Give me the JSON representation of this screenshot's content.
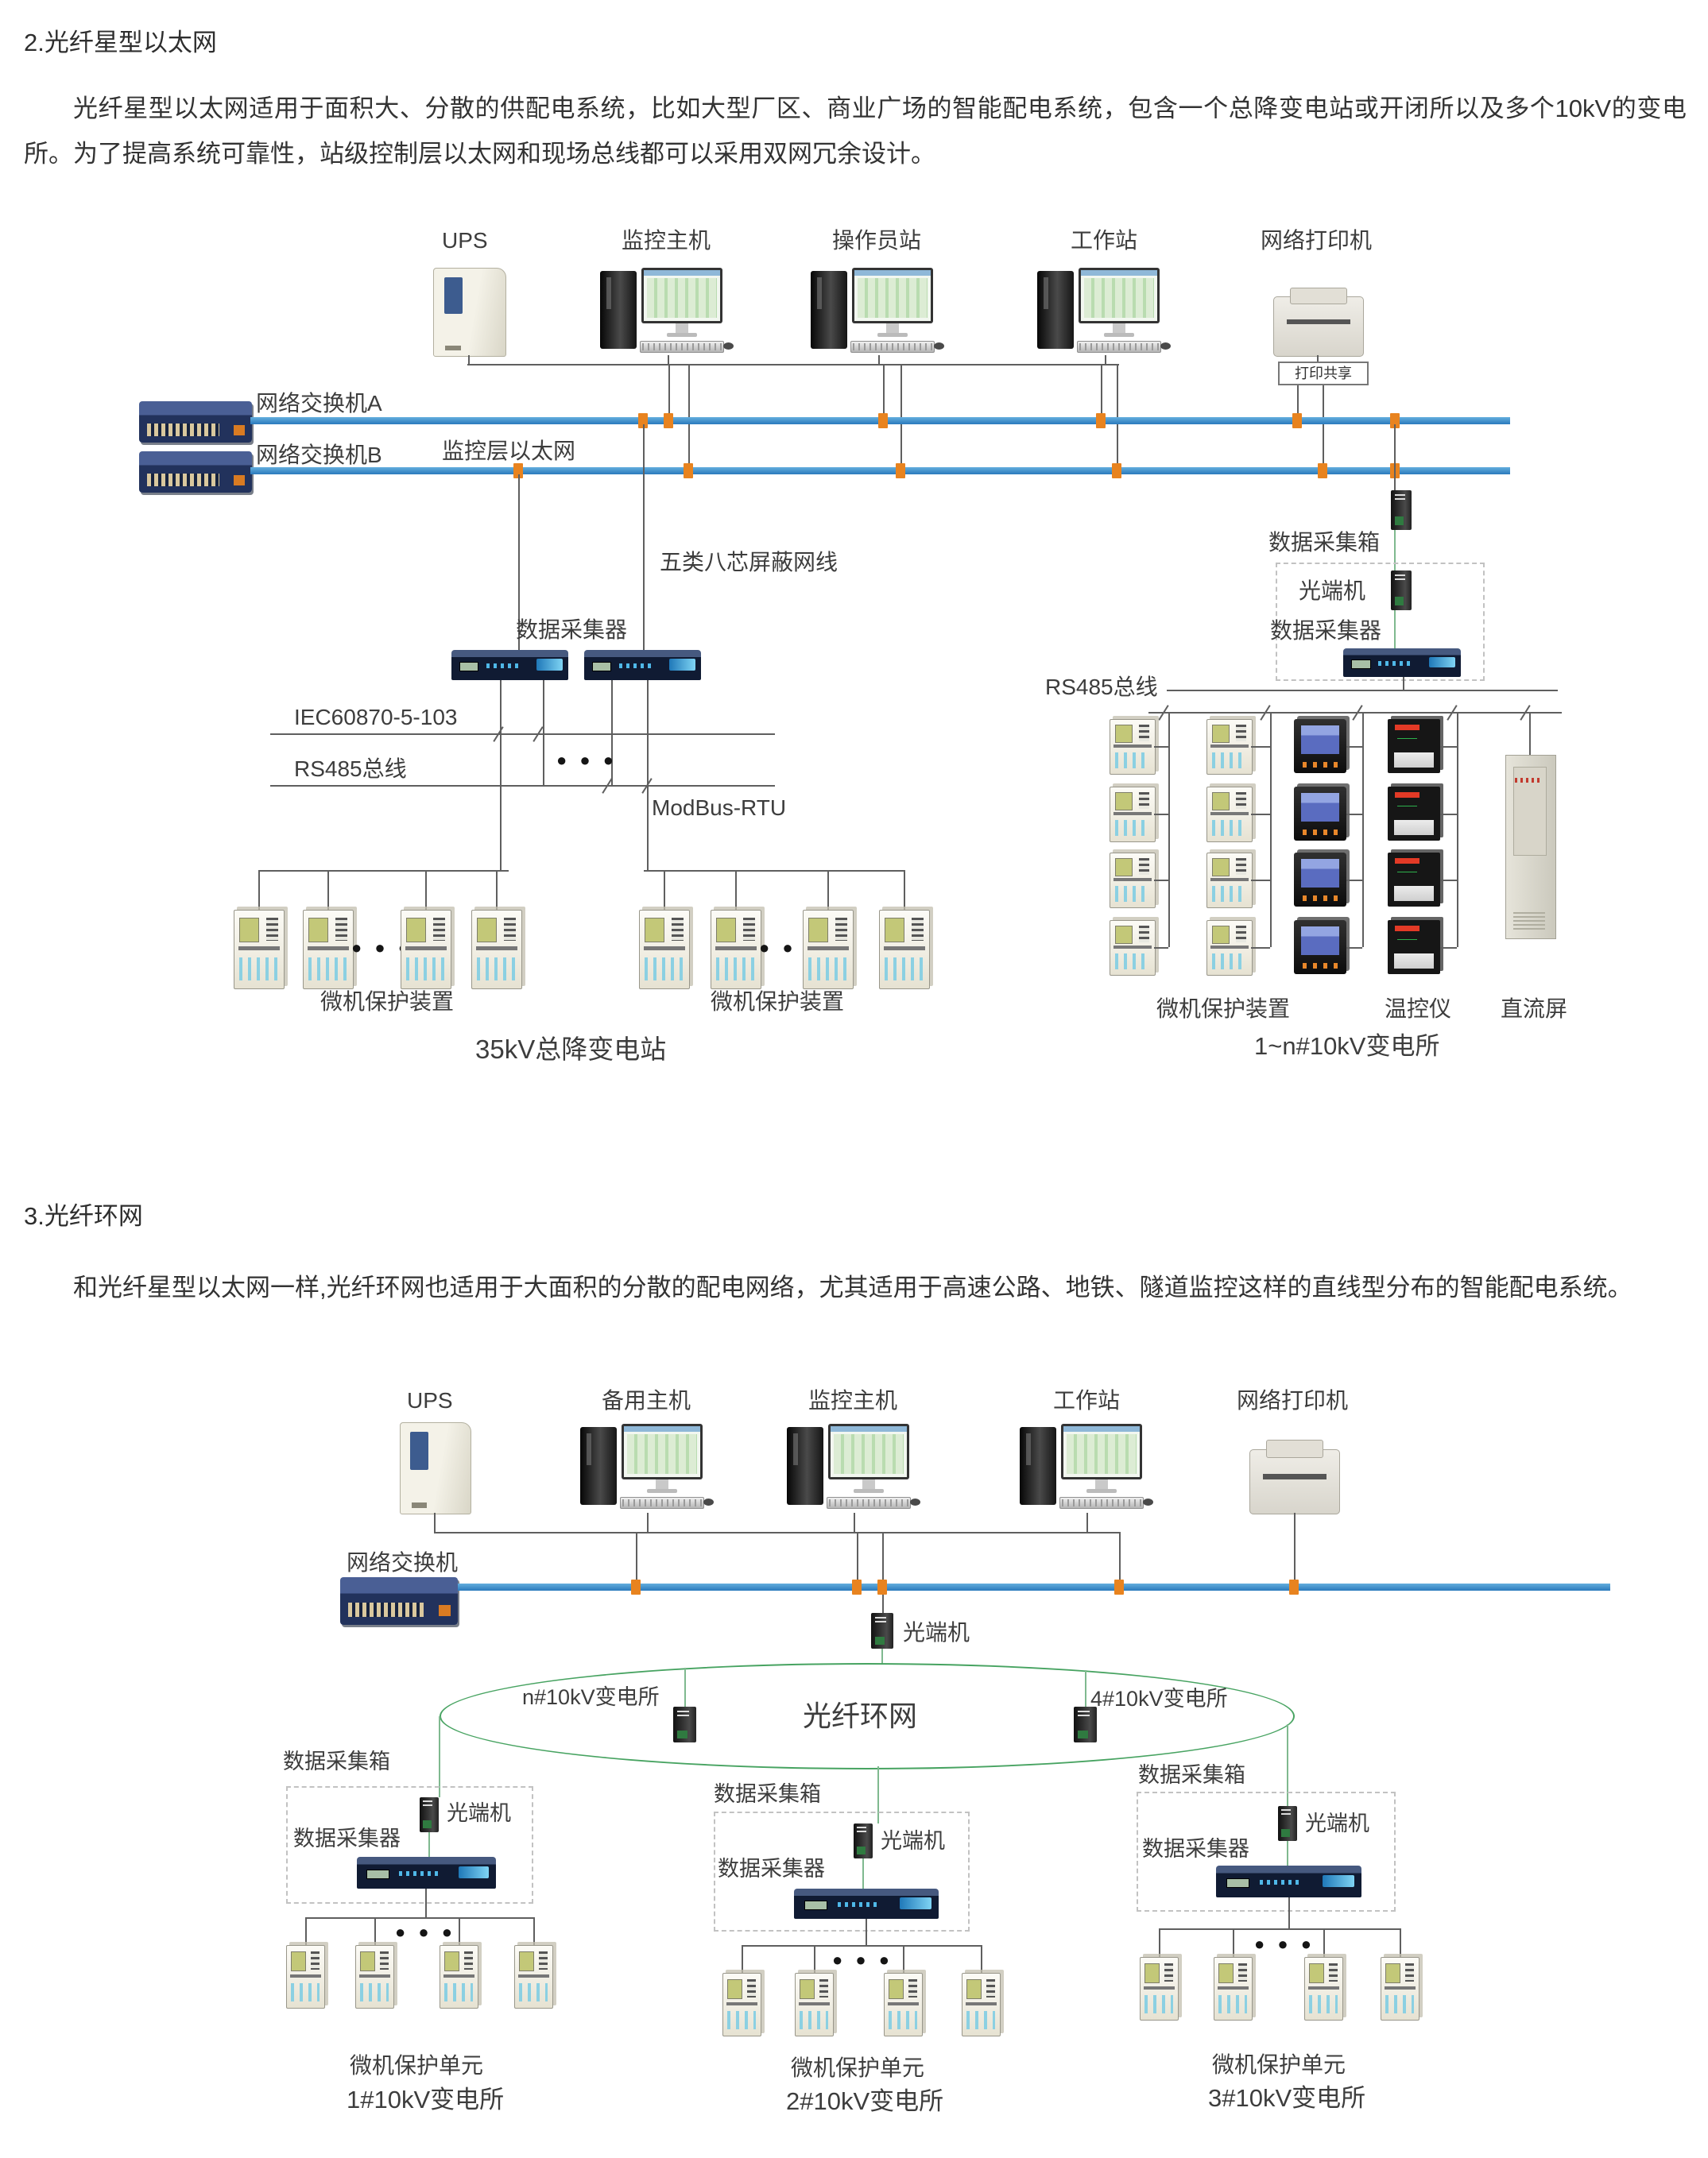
{
  "section2": {
    "title": "2.光纤星型以太网",
    "paragraph": "光纤星型以太网适用于面积大、分散的供配电系统，比如大型厂区、商业广场的智能配电系统，包含一个总降变电站或开闭所以及多个10kV的变电所。为了提高系统可靠性，站级控制层以太网和现场总线都可以采用双网冗余设计。"
  },
  "diagram1": {
    "top_labels": {
      "ups": "UPS",
      "monitor_host": "监控主机",
      "operator_station": "操作员站",
      "workstation": "工作站",
      "network_printer": "网络打印机"
    },
    "print_share": "打印共享",
    "switch_a": "网络交换机A",
    "switch_b": "网络交换机B",
    "monitor_ethernet": "监控层以太网",
    "cat5_cable": "五类八芯屏蔽网线",
    "data_collector_left": "数据采集器",
    "iec_protocol": "IEC60870-5-103",
    "rs485_left": "RS485总线",
    "modbus": "ModBus-RTU",
    "dots": "● ● ●",
    "protection_left_1": "微机保护装置",
    "protection_left_2": "微机保护装置",
    "station_35kv": "35kV总降变电站",
    "data_box": "数据采集箱",
    "optical_terminal": "光端机",
    "data_collector_right": "数据采集器",
    "rs485_right": "RS485总线",
    "protection_right": "微机保护装置",
    "temp_controller": "温控仪",
    "dc_panel": "直流屏",
    "station_1n": "1~n#10kV变电所"
  },
  "section3": {
    "title": "3.光纤环网",
    "paragraph": "和光纤星型以太网一样,光纤环网也适用于大面积的分散的配电网络，尤其适用于高速公路、地铁、隧道监控这样的直线型分布的智能配电系统。"
  },
  "diagram2": {
    "top_labels": {
      "ups": "UPS",
      "backup_host": "备用主机",
      "monitor_host": "监控主机",
      "workstation": "工作站",
      "network_printer": "网络打印机"
    },
    "network_switch": "网络交换机",
    "optical_terminal": "光端机",
    "ring_label": "光纤环网",
    "station_n": "n#10kV变电所",
    "station_4": "4#10kV变电所",
    "dots": "● ● ●",
    "groups": [
      {
        "data_box": "数据采集箱",
        "optical_terminal": "光端机",
        "data_collector": "数据采集器",
        "protection_unit": "微机保护单元",
        "station": "1#10kV变电所"
      },
      {
        "data_box": "数据采集箱",
        "optical_terminal": "光端机",
        "data_collector": "数据采集器",
        "protection_unit": "微机保护单元",
        "station": "2#10kV变电所"
      },
      {
        "data_box": "数据采集箱",
        "optical_terminal": "光端机",
        "data_collector": "数据采集器",
        "protection_unit": "微机保护单元",
        "station": "3#10kV变电所"
      }
    ]
  }
}
